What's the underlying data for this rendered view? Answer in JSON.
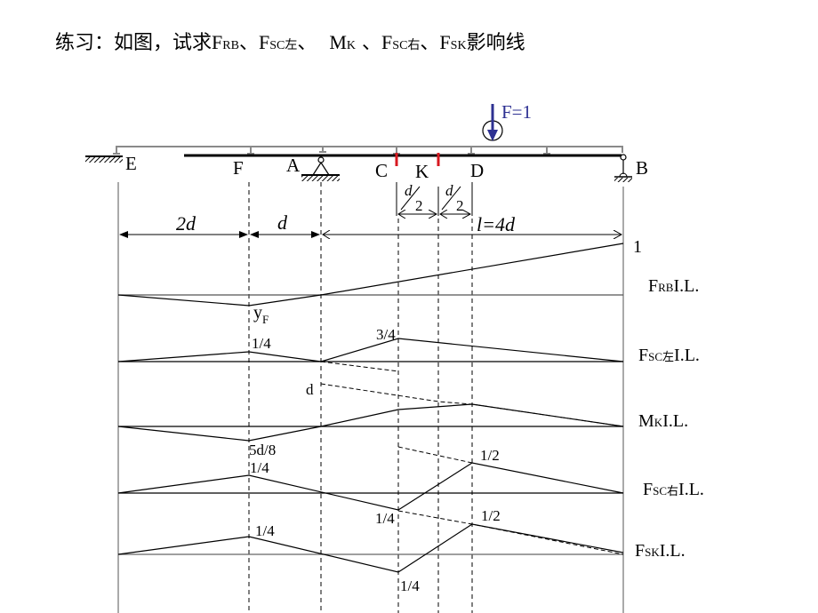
{
  "title": {
    "prefix": "练习：如图，试求",
    "items": [
      {
        "main": "F",
        "sub": "RB",
        "sep": "、"
      },
      {
        "main": "F",
        "sub": "SC左",
        "sep": "、 "
      },
      {
        "main": "M",
        "sub": "K",
        "sep": " 、"
      },
      {
        "main": "F",
        "sub": "SC右",
        "sep": "、"
      },
      {
        "main": "F",
        "sub": "SK",
        "sep": ""
      }
    ],
    "suffix": "影响线"
  },
  "structure": {
    "nodes": {
      "E": "E",
      "F": "F",
      "A": "A",
      "C": "C",
      "K": "K",
      "D": "D",
      "B": "B"
    },
    "load": {
      "label": "F=1",
      "color": "#2e3192"
    },
    "cut_color": "#d71920",
    "dims": {
      "EF": "2d",
      "FA": "d",
      "AB": "l=4d",
      "half_num": "d",
      "half_den": "2"
    }
  },
  "influence_lines": [
    {
      "name": "FRB",
      "main": "F",
      "sub": "RB",
      "suffix": "I.L.",
      "values": {
        "B": "1",
        "F": "y",
        "F_sub": "F"
      }
    },
    {
      "name": "FSC_left",
      "main": "F",
      "sub": "SC左",
      "suffix": "I.L.",
      "values": {
        "F": "1/4",
        "C": "3/4"
      }
    },
    {
      "name": "MK",
      "main": "M",
      "sub": "K",
      "suffix": "I.L.",
      "values": {
        "A_proj": "d",
        "F": "5d/8"
      }
    },
    {
      "name": "FSC_right",
      "main": "F",
      "sub": "SC右",
      "suffix": "I.L.",
      "values": {
        "F": "1/4",
        "C": "1/4",
        "D": "1/2"
      }
    },
    {
      "name": "FSK",
      "main": "F",
      "sub": "SK",
      "suffix": "I.L.",
      "values": {
        "F": "1/4",
        "C": "1/4",
        "D": "1/2"
      }
    }
  ]
}
